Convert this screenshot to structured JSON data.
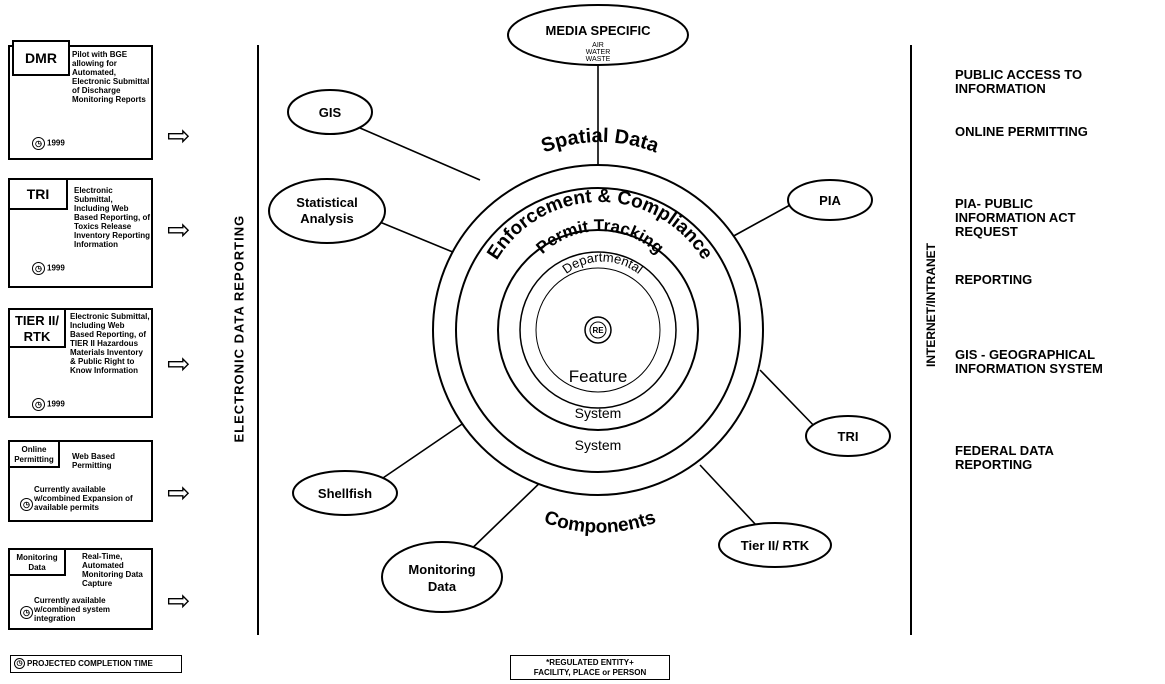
{
  "left_panel": {
    "items": [
      {
        "tag": "DMR",
        "description": "Pilot with BGE allowing for Automated, Electronic Submittal of Discharge Monitoring Reports",
        "year": "1999"
      },
      {
        "tag": "TRI",
        "description": "Electronic Submittal, Including Web Based Reporting, of Toxics Release Inventory Reporting Information",
        "year": "1999"
      },
      {
        "tag": "TIER II/ RTK",
        "description": "Electronic Submittal, Including Web Based Reporting, of TIER II Hazardous Materials Inventory & Public Right to Know Information",
        "year": "1999"
      },
      {
        "tag": "Online Permitting",
        "description": "Web Based Permitting",
        "note": "Currently available w/combined Expansion of available permits"
      },
      {
        "tag": "Monitoring Data",
        "description": "Real-Time, Automated Monitoring Data Capture",
        "note": "Currently available w/combined system integration"
      }
    ]
  },
  "vertical_labels": {
    "left": "ELECTRONIC DATA REPORTING",
    "right": "INTERNET/INTRANET"
  },
  "center": {
    "rings": [
      "Spatial Data",
      "Enforcement & Compliance",
      "Permit Tracking",
      "Departmental",
      "Feature",
      "System",
      "System",
      "Components"
    ],
    "core": "RE",
    "nodes": {
      "media_specific": "MEDIA SPECIFIC",
      "media_items": [
        "AIR",
        "WATER",
        "WASTE"
      ],
      "gis": "GIS",
      "statistical_1": "Statistical",
      "statistical_2": "Analysis",
      "pia": "PIA",
      "tri": "TRI",
      "tier": "Tier II/ RTK",
      "monitoring_1": "Monitoring",
      "monitoring_2": "Data",
      "shellfish": "Shellfish"
    }
  },
  "right_panel": {
    "items": [
      "PUBLIC ACCESS TO INFORMATION",
      "ONLINE PERMITTING",
      "PIA- PUBLIC INFORMATION ACT REQUEST",
      "REPORTING",
      "GIS - GEOGRAPHICAL INFORMATION SYSTEM",
      "FEDERAL DATA REPORTING"
    ]
  },
  "legend": {
    "projected": "PROJECTED COMPLETION TIME",
    "regulated_1": "*REGULATED ENTITY+",
    "regulated_2": "FACILITY, PLACE or PERSON"
  }
}
